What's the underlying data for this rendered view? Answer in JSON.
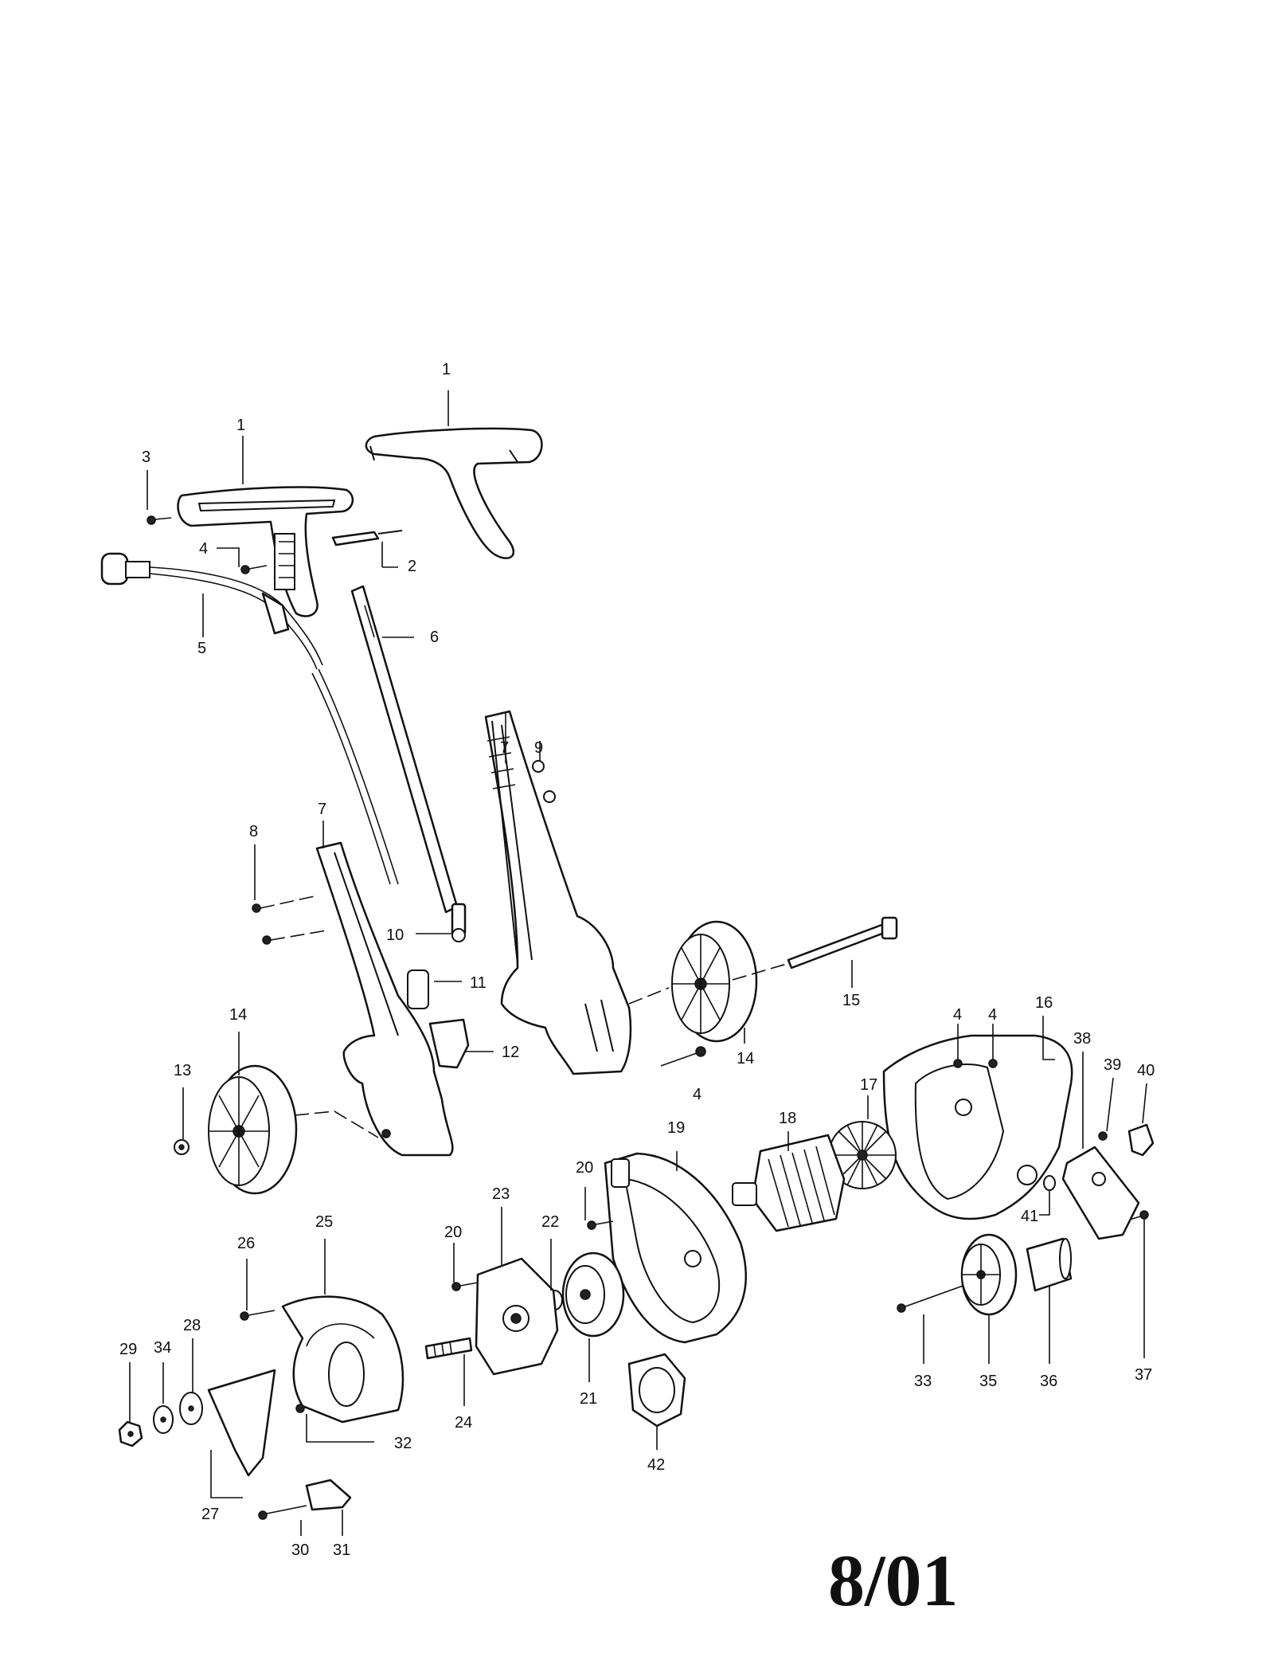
{
  "diagram": {
    "stamp": "8/01",
    "callouts": [
      {
        "id": "c1a",
        "text": "1"
      },
      {
        "id": "c1b",
        "text": "1"
      },
      {
        "id": "c2",
        "text": "2"
      },
      {
        "id": "c3",
        "text": "3"
      },
      {
        "id": "c4a",
        "text": "4"
      },
      {
        "id": "c4b",
        "text": "4"
      },
      {
        "id": "c4c",
        "text": "4"
      },
      {
        "id": "c4d",
        "text": "4"
      },
      {
        "id": "c5",
        "text": "5"
      },
      {
        "id": "c6",
        "text": "6"
      },
      {
        "id": "c7a",
        "text": "7"
      },
      {
        "id": "c7b",
        "text": "7"
      },
      {
        "id": "c8",
        "text": "8"
      },
      {
        "id": "c9",
        "text": "9"
      },
      {
        "id": "c10",
        "text": "10"
      },
      {
        "id": "c11",
        "text": "11"
      },
      {
        "id": "c12",
        "text": "12"
      },
      {
        "id": "c13",
        "text": "13"
      },
      {
        "id": "c14a",
        "text": "14"
      },
      {
        "id": "c14b",
        "text": "14"
      },
      {
        "id": "c15",
        "text": "15"
      },
      {
        "id": "c16",
        "text": "16"
      },
      {
        "id": "c17",
        "text": "17"
      },
      {
        "id": "c18",
        "text": "18"
      },
      {
        "id": "c19",
        "text": "19"
      },
      {
        "id": "c20a",
        "text": "20"
      },
      {
        "id": "c20b",
        "text": "20"
      },
      {
        "id": "c21",
        "text": "21"
      },
      {
        "id": "c22",
        "text": "22"
      },
      {
        "id": "c23",
        "text": "23"
      },
      {
        "id": "c24",
        "text": "24"
      },
      {
        "id": "c25",
        "text": "25"
      },
      {
        "id": "c26",
        "text": "26"
      },
      {
        "id": "c27",
        "text": "27"
      },
      {
        "id": "c28",
        "text": "28"
      },
      {
        "id": "c29",
        "text": "29"
      },
      {
        "id": "c30",
        "text": "30"
      },
      {
        "id": "c31",
        "text": "31"
      },
      {
        "id": "c32",
        "text": "32"
      },
      {
        "id": "c33",
        "text": "33"
      },
      {
        "id": "c34",
        "text": "34"
      },
      {
        "id": "c35",
        "text": "35"
      },
      {
        "id": "c36",
        "text": "36"
      },
      {
        "id": "c37",
        "text": "37"
      },
      {
        "id": "c38",
        "text": "38"
      },
      {
        "id": "c39",
        "text": "39"
      },
      {
        "id": "c40",
        "text": "40"
      },
      {
        "id": "c41",
        "text": "41"
      },
      {
        "id": "c42",
        "text": "42"
      }
    ]
  }
}
